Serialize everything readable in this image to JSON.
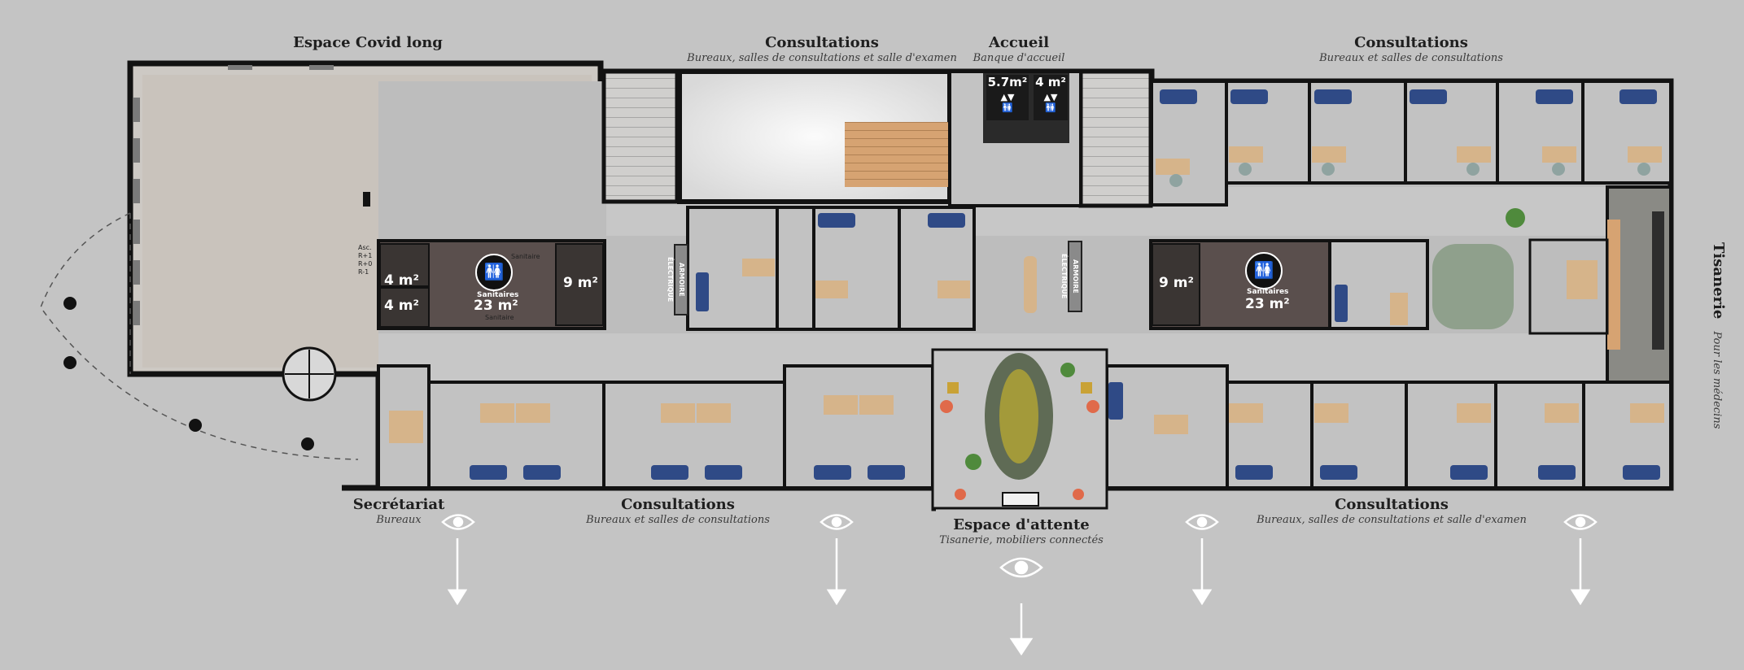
{
  "labels": {
    "covid": {
      "title": "Espace Covid long"
    },
    "consult_top_1": {
      "title": "Consultations",
      "subtitle": "Bureaux, salles de consultations et salle d'examen"
    },
    "accueil": {
      "title": "Accueil",
      "subtitle": "Banque d'accueil"
    },
    "consult_top_2": {
      "title": "Consultations",
      "subtitle": "Bureaux et salles de consultations"
    },
    "tisanerie": {
      "title": "Tisanerie",
      "subtitle": "Pour les médecins"
    },
    "secretariat": {
      "title": "Secrétariat",
      "subtitle": "Bureaux"
    },
    "consult_bottom_1": {
      "title": "Consultations",
      "subtitle": "Bureaux et salles de consultations"
    },
    "attente": {
      "title": "Espace d'attente",
      "subtitle": "Tisanerie, mobiliers connectés"
    },
    "consult_bottom_2": {
      "title": "Consultations",
      "subtitle": "Bureaux, salles de consultations et salle d'examen"
    }
  },
  "areas": {
    "lift_top_a": "5.7m²",
    "lift_top_b": "4 m²",
    "lift_left_a": "4 m²",
    "lift_left_b": "4 m²",
    "sanitaires_left": "23 m²",
    "lift_mid_left": "9 m²",
    "lift_mid_right": "9 m²",
    "sanitaires_right": "23 m²"
  },
  "room_text": {
    "sanitaires_label": "Sanitaires",
    "sanitaire": "Sanitaire",
    "armoire": "ARMOIRE ÉLECTRIQUE",
    "levels": "Asc. R+1 R+0 R-1"
  },
  "icons": {
    "eye": "eye-icon",
    "arrow": "arrow-down-icon",
    "toilet": "restroom-icon",
    "lift": "elevator-icon"
  },
  "colors": {
    "background": "#c4c4c4",
    "floor": "#bdbdbd",
    "covid_floor": "#cdc9c4",
    "wall": "#121212",
    "desk": "#d6b48a",
    "bed": "#2f4a86",
    "chair": "#8fa3a0",
    "plant": "#4f8a3c",
    "table": "#9f9a3a"
  }
}
